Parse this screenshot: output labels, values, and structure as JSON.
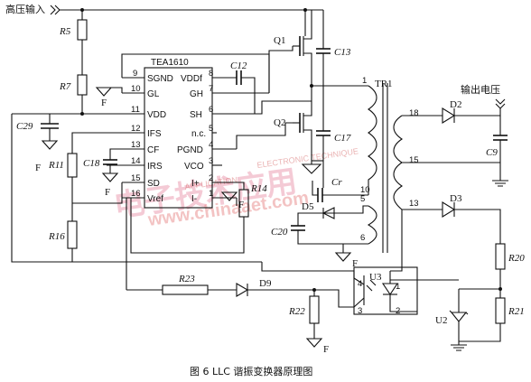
{
  "input_label": "高压输入",
  "output_label": "输出电压",
  "caption": "图 6  LLC 谐振变换器原理图",
  "ic": {
    "name": "TEA1610",
    "pins_left": [
      {
        "num": "9",
        "name": "SGND"
      },
      {
        "num": "10",
        "name": "GL"
      },
      {
        "num": "11",
        "name": "VDD"
      },
      {
        "num": "12",
        "name": "IFS"
      },
      {
        "num": "13",
        "name": "CF"
      },
      {
        "num": "14",
        "name": "IRS"
      },
      {
        "num": "15",
        "name": "SD"
      },
      {
        "num": "16",
        "name": "Vref"
      }
    ],
    "pins_right": [
      {
        "num": "8",
        "name": "VDDf"
      },
      {
        "num": "7",
        "name": "GH"
      },
      {
        "num": "6",
        "name": "SH"
      },
      {
        "num": "5",
        "name": "n.c."
      },
      {
        "num": "4",
        "name": "PGND"
      },
      {
        "num": "3",
        "name": "VCO"
      },
      {
        "num": "2",
        "name": "I+"
      },
      {
        "num": "1",
        "name": "I-"
      }
    ]
  },
  "components": {
    "R5": "R5",
    "R7": "R7",
    "R11": "R11",
    "R14": "R14",
    "R16": "R16",
    "R20": "R20",
    "R21": "R21",
    "R22": "R22",
    "R23": "R23",
    "C9": "C9",
    "C12": "C12",
    "C13": "C13",
    "C17": "C17",
    "C18": "C18",
    "C20": "C20",
    "C29": "C29",
    "Cr": "Cr",
    "Q1": "Q1",
    "Q2": "Q2",
    "D2": "D2",
    "D3": "D3",
    "D5": "D5",
    "D9": "D9",
    "TR1": "TR1",
    "U2": "U2",
    "U3": "U3"
  },
  "transformer_pins": [
    "1",
    "10",
    "5",
    "6",
    "18",
    "15",
    "13"
  ],
  "optocoupler_pins": [
    "4",
    "3",
    "1",
    "2"
  ],
  "ground_label": "F",
  "watermark": {
    "main": "电子技术应用",
    "sub1": "ELECTRONIC TECHNIQUE",
    "sub2": "APPLICATION",
    "url": "www.chinaaet.com"
  }
}
